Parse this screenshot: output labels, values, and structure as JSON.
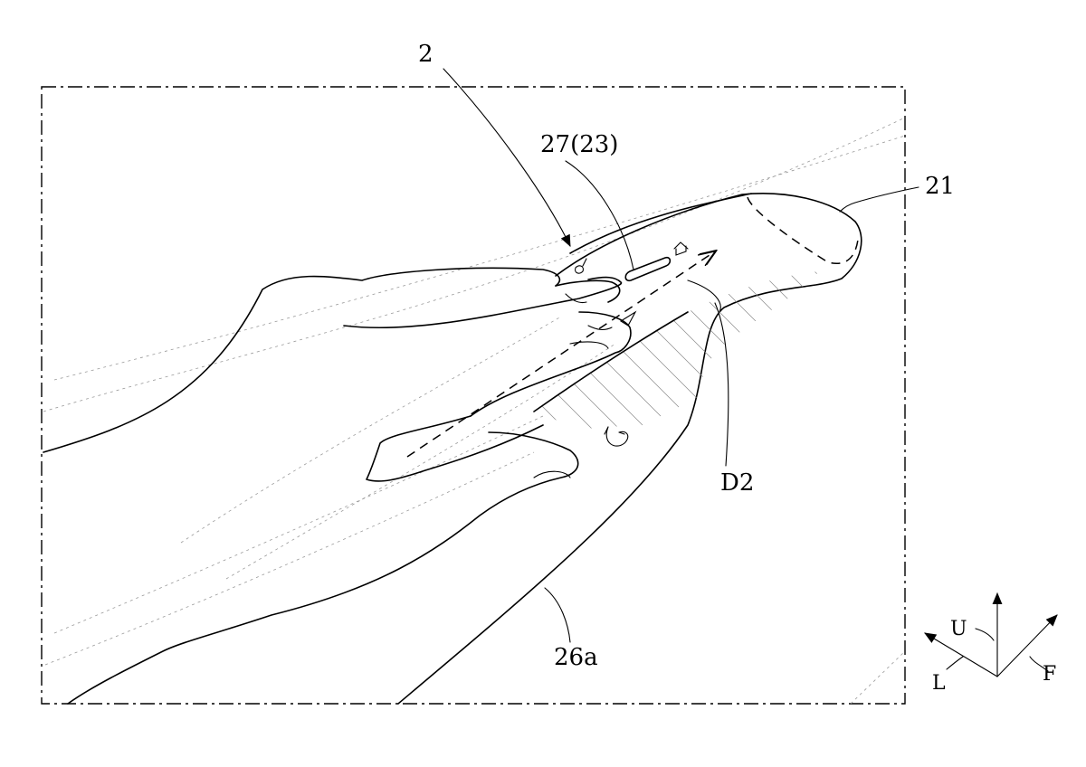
{
  "figure": {
    "labels": {
      "device": "2",
      "touch_area": "27(23)",
      "top_part": "21",
      "direction": "D2",
      "side_surface": "26a"
    },
    "axes": {
      "up": "U",
      "left": "L",
      "front": "F"
    },
    "colors": {
      "line": "#000000",
      "ghost_line": "#9a9a9a",
      "hatch": "#8a8a8a"
    }
  }
}
